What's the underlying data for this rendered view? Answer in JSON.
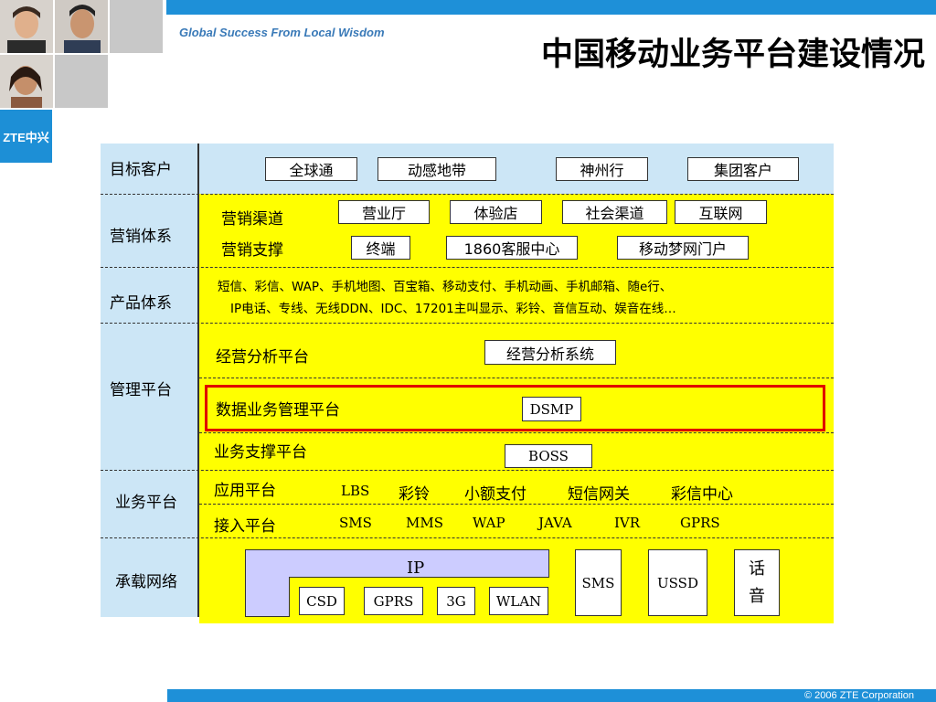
{
  "header": {
    "tagline": "Global Success From Local Wisdom",
    "title": "中国移动业务平台建设情况",
    "logo_text": "ZTE中兴"
  },
  "rows": {
    "target": {
      "label": "目标客户",
      "boxes": [
        "全球通",
        "动感地带",
        "神州行",
        "集团客户"
      ]
    },
    "marketing": {
      "label": "营销体系",
      "channel_label": "营销渠道",
      "channel_boxes": [
        "营业厅",
        "体验店",
        "社会渠道",
        "互联网"
      ],
      "support_label": "营销支撑",
      "support_boxes": [
        "终端",
        "1860客服中心",
        "移动梦网门户"
      ]
    },
    "product": {
      "label": "产品体系",
      "line1": "短信、彩信、WAP、手机地图、百宝箱、移动支付、手机动画、手机邮箱、随e行、",
      "line2": "IP电话、专线、无线DDN、IDC、17201主叫显示、彩铃、音信互动、娱音在线…"
    },
    "management": {
      "label": "管理平台",
      "analysis_label": "经营分析平台",
      "analysis_box": "经营分析系统",
      "data_label": "数据业务管理平台",
      "data_box": "DSMP",
      "support_label": "业务支撑平台",
      "support_box": "BOSS"
    },
    "service": {
      "label": "业务平台",
      "app_label": "应用平台",
      "app_items": [
        "LBS",
        "彩铃",
        "小额支付",
        "短信网关",
        "彩信中心"
      ],
      "access_label": "接入平台",
      "access_items": [
        "SMS",
        "MMS",
        "WAP",
        "JAVA",
        "IVR",
        "GPRS"
      ]
    },
    "network": {
      "label": "承载网络",
      "ip": "IP",
      "ip_boxes": [
        "CSD",
        "GPRS",
        "3G",
        "WLAN"
      ],
      "sms": "SMS",
      "ussd": "USSD",
      "voice": [
        "话",
        "音"
      ]
    }
  },
  "footer": {
    "copyright": "© 2006 ZTE Corporation"
  },
  "colors": {
    "blue_bar": "#1e90d8",
    "light_blue": "#cce6f6",
    "yellow": "#ffff00",
    "highlight": "#e00000",
    "lavender": "#ccccff"
  },
  "icons": [
    "person-photo",
    "person-photo",
    "person-photo",
    "zte-logo"
  ]
}
